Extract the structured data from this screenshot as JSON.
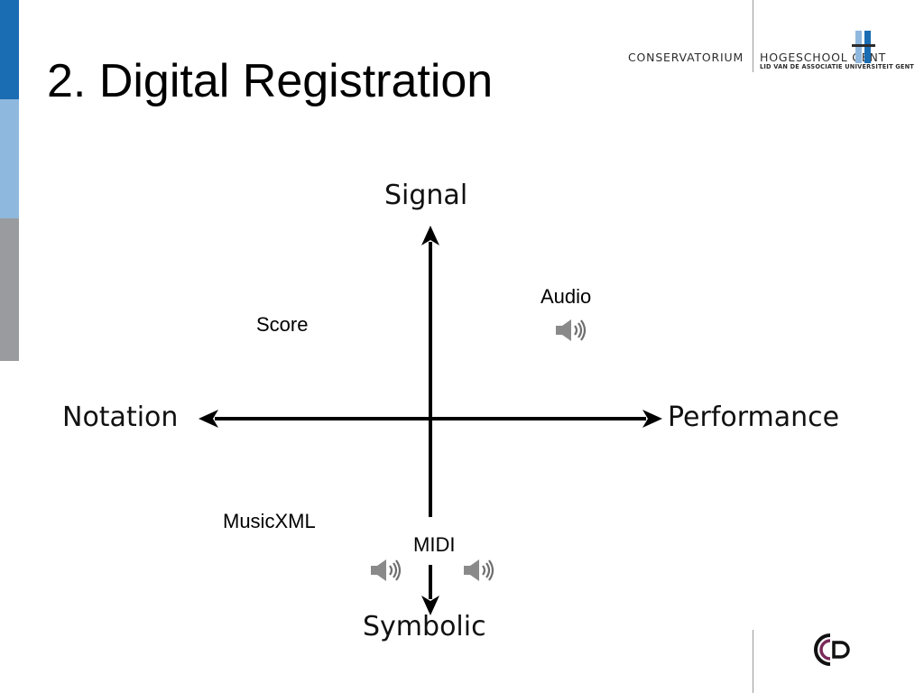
{
  "slide": {
    "title": "2. Digital Registration"
  },
  "logo": {
    "left_text": "CONSERVATORIUM",
    "right_text": "HOGESCHOOL GENT",
    "subtext": "LID VAN DE ASSOCIATIE UNIVERSITEIT GENT"
  },
  "diagram": {
    "axes": {
      "top": "Signal",
      "bottom": "Symbolic",
      "left": "Notation",
      "right": "Performance"
    },
    "items": {
      "audio": "Audio",
      "score": "Score",
      "musicxml": "MusicXML",
      "midi": "MIDI"
    }
  },
  "icons": {
    "speaker": "speaker-icon",
    "logo": "cg-logo-icon"
  },
  "colors": {
    "bar_blue": "#1a6db3",
    "bar_light_blue": "#8fb8de",
    "bar_gray": "#999b9e",
    "speaker_gray": "#8a8a8a",
    "logo_purple": "#7a2a5a"
  }
}
